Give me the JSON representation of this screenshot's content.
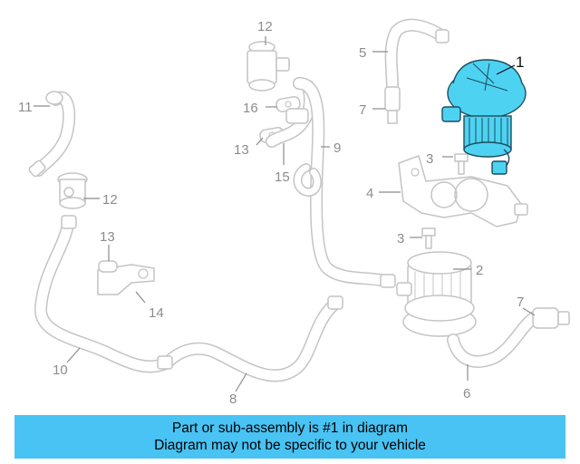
{
  "callouts": {
    "c1": "1",
    "c2": "2",
    "c3a": "3",
    "c3b": "3",
    "c4": "4",
    "c5": "5",
    "c6": "6",
    "c7a": "7",
    "c7b": "7",
    "c8": "8",
    "c9": "9",
    "c10": "10",
    "c11": "11",
    "c12a": "12",
    "c12b": "12",
    "c13a": "13",
    "c13b": "13",
    "c14": "14",
    "c15": "15",
    "c16": "16"
  },
  "banner": {
    "line1": "Part or sub-assembly is #1 in diagram",
    "line2": "Diagram may not be specific to your vehicle"
  },
  "colors": {
    "highlight": "#4ed2f2",
    "banner_bg": "#48c3f3",
    "line_art": "#c4c4c4",
    "label_gray": "#8c8c8c"
  }
}
